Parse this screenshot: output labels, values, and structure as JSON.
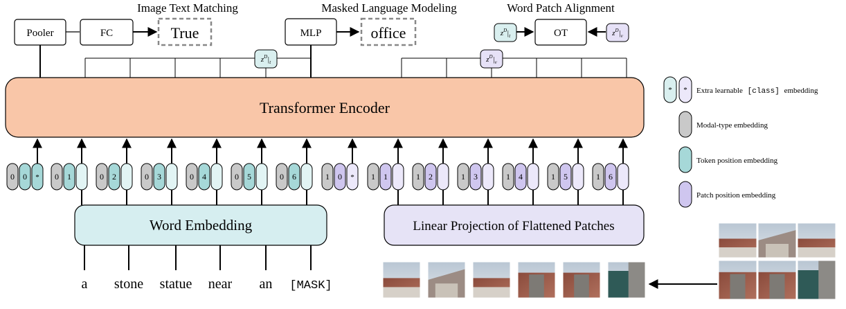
{
  "headings": {
    "itm": "Image Text Matching",
    "mlm": "Masked Language Modeling",
    "wpa": "Word Patch Alignment"
  },
  "boxes": {
    "pooler": "Pooler",
    "fc": "FC",
    "true_out": "True",
    "mlp": "MLP",
    "office_out": "office",
    "ot": "OT",
    "encoder": "Transformer Encoder",
    "word_embedding": "Word Embedding",
    "linear_projection": "Linear Projection of Flattened Patches"
  },
  "z_labels": {
    "z_t_main": "z^D|_t",
    "z_v_main": "z^D|_v",
    "z_t_ot": "z^D|_t",
    "z_v_ot": "z^D|_v"
  },
  "words": [
    "a",
    "stone",
    "statue",
    "near",
    "an",
    "[MASK]"
  ],
  "token_groups": [
    {
      "modal": "0",
      "pos": "0",
      "star": true
    },
    {
      "modal": "0",
      "pos": "1",
      "star": false
    },
    {
      "modal": "0",
      "pos": "2",
      "star": false
    },
    {
      "modal": "0",
      "pos": "3",
      "star": false
    },
    {
      "modal": "0",
      "pos": "4",
      "star": false
    },
    {
      "modal": "0",
      "pos": "5",
      "star": false
    },
    {
      "modal": "0",
      "pos": "6",
      "star": false
    }
  ],
  "patch_groups": [
    {
      "modal": "1",
      "pos": "0",
      "star": true
    },
    {
      "modal": "1",
      "pos": "1",
      "star": false
    },
    {
      "modal": "1",
      "pos": "2",
      "star": false
    },
    {
      "modal": "1",
      "pos": "3",
      "star": false
    },
    {
      "modal": "1",
      "pos": "4",
      "star": false
    },
    {
      "modal": "1",
      "pos": "5",
      "star": false
    },
    {
      "modal": "1",
      "pos": "6",
      "star": false
    }
  ],
  "legend": {
    "extra_prefix": "Extra learnable",
    "extra_class": "[class]",
    "extra_suffix": "embedding",
    "star": "*",
    "modal_type": "Modal-type embedding",
    "token_position": "Token position embedding",
    "patch_position": "Patch position embedding"
  },
  "colors": {
    "encoder_fill": "#f9c6a8",
    "embed_fill": "#d6eef0",
    "proj_fill": "#e6e3f6",
    "modal_gray": "#c9c9c9",
    "token_teal": "#a6d8d8",
    "token_light": "#e2f4f4",
    "patch_purple": "#cfc6ef",
    "patch_light": "#ece8fa"
  }
}
